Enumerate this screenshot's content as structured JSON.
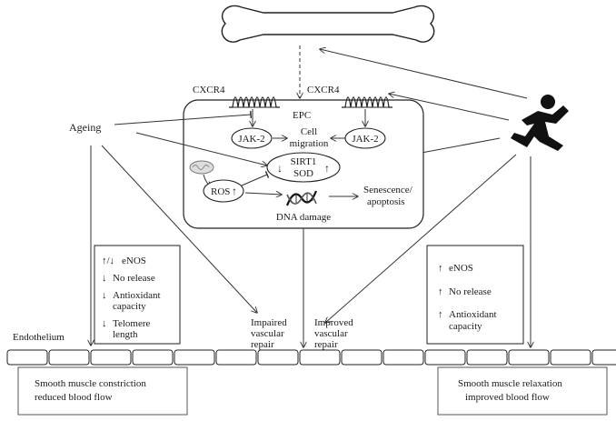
{
  "labels": {
    "cxcr4_left": "CXCR4",
    "cxcr4_right": "CXCR4",
    "epc": "EPC",
    "ageing": "Ageing",
    "jak2_left": "JAK-2",
    "jak2_right": "JAK-2",
    "cell_migration_1": "Cell",
    "cell_migration_2": "migration",
    "sirt1": "SIRT1",
    "sod": "SOD",
    "arrow_down_sirt": "↓",
    "arrow_up_sirt": "↑",
    "ros": "ROS",
    "arrow_up_ros": "↑",
    "dna_damage": "DNA damage",
    "senescence_1": "Senescence/",
    "senescence_2": "apoptosis",
    "impaired_1": "Impaired",
    "impaired_2": "vascular",
    "impaired_3": "repair",
    "improved_1": "Improved",
    "improved_2": "vascular",
    "improved_3": "repair",
    "endothelium": "Endothelium"
  },
  "left_box": [
    {
      "arrow": "↑/↓",
      "text": "eNOS"
    },
    {
      "arrow": "↓",
      "text": "No release"
    },
    {
      "arrow": "↓",
      "text": "Antioxidant"
    },
    {
      "arrow": "",
      "text": "capacity"
    },
    {
      "arrow": "↓",
      "text": "Telomere"
    },
    {
      "arrow": "",
      "text": "length"
    }
  ],
  "right_box": [
    {
      "arrow": "↑",
      "text": "eNOS"
    },
    {
      "arrow": "↑",
      "text": "No release"
    },
    {
      "arrow": "↑",
      "text": "Antioxidant"
    },
    {
      "arrow": "",
      "text": "capacity"
    }
  ],
  "smooth_left": [
    "Smooth muscle constriction",
    "reduced blood flow"
  ],
  "smooth_right": [
    "Smooth muscle relaxation",
    "improved blood flow"
  ],
  "icons": {
    "bone": "bone-icon",
    "runner": "runner-icon",
    "mitochondrion": "mitochondrion-icon",
    "dna": "dna-icon"
  }
}
